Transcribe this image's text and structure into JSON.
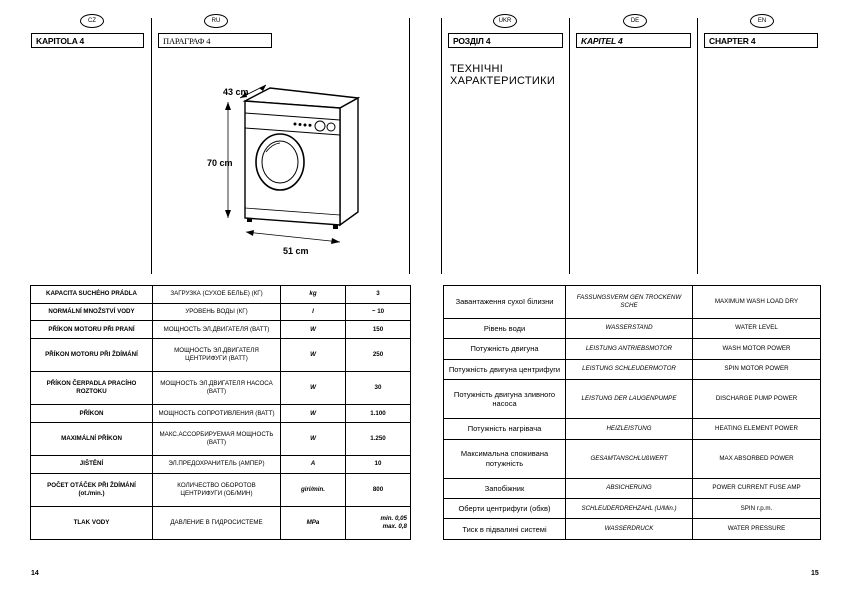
{
  "header": {
    "flags": [
      {
        "code": "CZ"
      },
      {
        "code": "RU"
      },
      {
        "code": "UKR"
      },
      {
        "code": "DE"
      },
      {
        "code": "EN"
      }
    ],
    "chapters": {
      "cz": "KAPITOLA 4",
      "ru": "ПАРАГРАФ 4",
      "ukr": "РОЗДІЛ 4",
      "de": "KAPITEL 4",
      "en": "CHAPTER 4"
    },
    "title_line1": "ТЕХНІЧНІ",
    "title_line2": "ХАРАКТЕРИСТИКИ"
  },
  "diagram": {
    "depth_label": "43 cm",
    "height_label": "70 cm",
    "width_label": "51 cm"
  },
  "left_table": [
    {
      "cz": "KAPACITA SUCHÉHO PRÁDLA",
      "ru": "ЗАГРУЗКА (СУХОЕ БЕЛЬЕ) (КГ)",
      "unit": "kg",
      "value": "3"
    },
    {
      "cz": "NORMÁLNÍ MNOŽSTVÍ VODY",
      "ru": "УРОВЕНЬ ВОДЫ (КГ)",
      "unit": "l",
      "value": "~ 10"
    },
    {
      "cz": "PŘÍKON MOTORU PŘI PRANÍ",
      "ru": "МОЩНОСТЬ ЭЛ.ДВИГАТЕЛЯ (ВАТТ)",
      "unit": "W",
      "value": "150"
    },
    {
      "cz": "PŘÍKON MOTORU PŘI ŽDÍMÁNÍ",
      "ru": "МОЩНОСТЬ ЭЛ.ДВИГАТЕЛЯ ЦЕНТРИФУГИ (ВАТТ)",
      "unit": "W",
      "value": "250"
    },
    {
      "cz": "PŘÍKON ČERPADLA PRACÍHO ROZTOKU",
      "ru": "МОЩНОСТЬ ЭЛ.ДВИГАТЕЛЯ НАСОСА (ВАТТ)",
      "unit": "W",
      "value": "30"
    },
    {
      "cz": "PŘÍKON",
      "ru": "МОЩНОСТЬ СОПРОТИВЛЕНИЯ (ВАТТ)",
      "unit": "W",
      "value": "1.100"
    },
    {
      "cz": "MAXIMÁLNÍ PŘÍKON",
      "ru": "МАКС.АССОРБИРУЕМАЯ МОЩНОСТЬ (ВАТТ)",
      "unit": "W",
      "value": "1.250"
    },
    {
      "cz": "JIŠTĚNÍ",
      "ru": "ЭЛ.ПРЕДОХРАНИТЕЛЬ (АМПЕР)",
      "unit": "A",
      "value": "10"
    },
    {
      "cz": "POČET OTÁČEK PŘI ŽDÍMÁNÍ (ot./min.)",
      "ru": "КОЛИЧЕСТВО ОБОРОТОВ ЦЕНТРИФУГИ (ОБ/МИН)",
      "unit": "giri/min.",
      "value": "800"
    },
    {
      "cz": "TLAK VODY",
      "ru": "ДАВЛЕНИЕ В ГИДРОСИСТЕМЕ",
      "unit": "MPa",
      "value": "min. 0,05\nmax. 0,8"
    }
  ],
  "right_table": [
    {
      "ukr": "Завантаження сухої білизни",
      "de": "FASSUNGSVERM GEN TROCKENW SCHE",
      "en": "MAXIMUM WASH LOAD DRY"
    },
    {
      "ukr": "Рівень води",
      "de": "WASSERSTAND",
      "en": "WATER LEVEL"
    },
    {
      "ukr": "Потужність двигуна",
      "de": "LEISTUNG ANTRIEBSMOTOR",
      "en": "WASH MOTOR POWER"
    },
    {
      "ukr": "Потужність двигуна центрифуги",
      "de": "LEISTUNG SCHLEUDERMOTOR",
      "en": "SPIN MOTOR POWER"
    },
    {
      "ukr": "Потужність двигуна зливного насоса",
      "de": "LEISTUNG DER LAUGENPUMPE",
      "en": "DISCHARGE PUMP POWER"
    },
    {
      "ukr": "Потужність нагрівача",
      "de": "HEIZLEISTUNG",
      "en": "HEATING ELEMENT POWER"
    },
    {
      "ukr": "Максимальна споживана потужність",
      "de": "GESAMTANSCHLUßWERT",
      "en": "MAX ABSORBED POWER"
    },
    {
      "ukr": "Запобіжник",
      "de": "ABSICHERUNG",
      "en": "POWER CURRENT FUSE AMP"
    },
    {
      "ukr": "Оберти центрифуги (обхв)",
      "de": "SCHLEUDERDREHZAHL (U/Min.)",
      "en": "SPIN r.p.m."
    },
    {
      "ukr": "Тиск в підвалині системі",
      "de": "WASSERDRUCK",
      "en": "WATER PRESSURE"
    }
  ],
  "footer": {
    "page_left": "14",
    "page_right": "15"
  }
}
